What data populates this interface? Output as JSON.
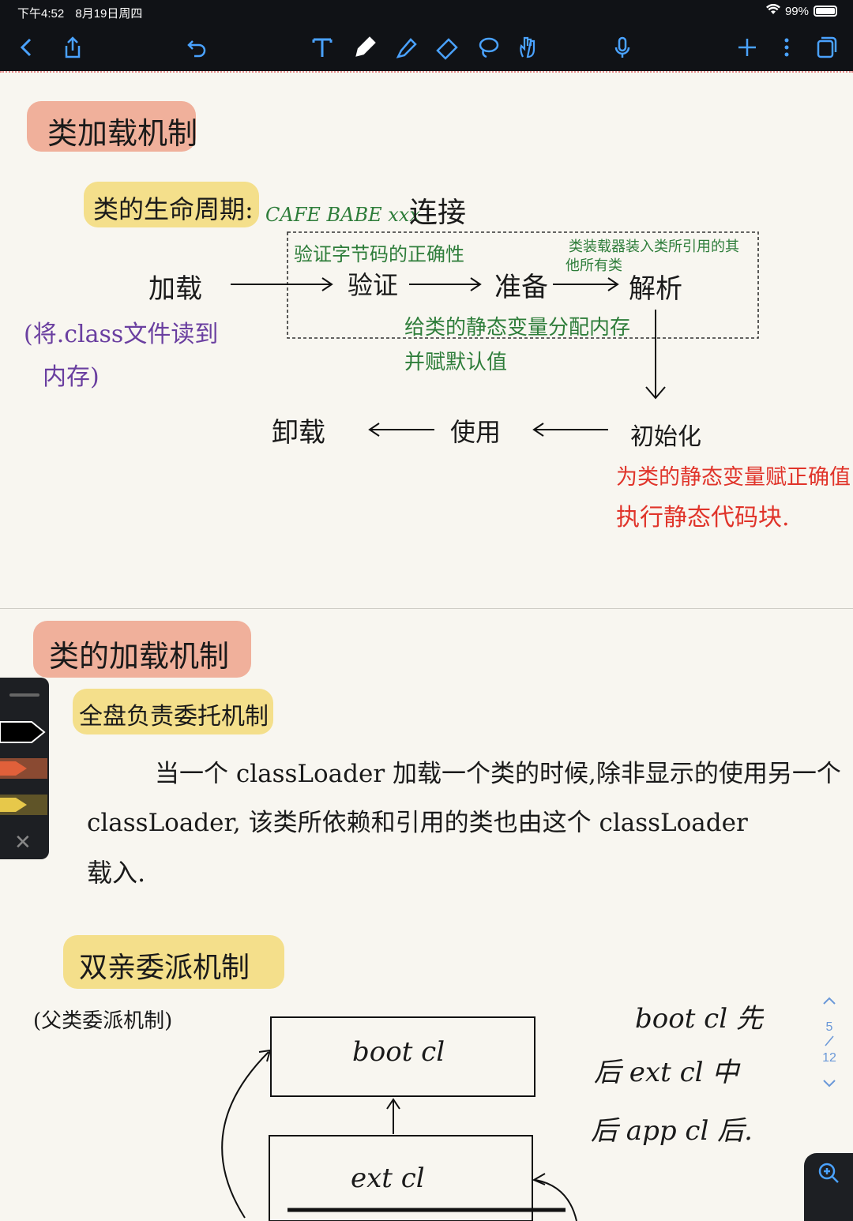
{
  "status": {
    "time": "下午4:52",
    "date": "8月19日周四",
    "battery": "99%"
  },
  "toolbar": {
    "back": "back-icon",
    "share": "share-icon",
    "undo": "undo-icon",
    "text_tool": "text-tool-icon",
    "pen": "pen-icon",
    "highlighter": "highlighter-icon",
    "eraser": "eraser-icon",
    "lasso": "lasso-icon",
    "hand": "hand-icon",
    "mic": "mic-icon",
    "add": "add-icon",
    "more": "more-icon",
    "pages": "pages-icon",
    "accent": "#4aa2ff"
  },
  "note1": {
    "title": "类加载机制",
    "lifecycle": "类的生命周期:",
    "cafe": "CAFE BABE xxx",
    "link": "连接",
    "verify_note": "验证字节码的正确性",
    "resolve_note": "类装载器装入类所引用的其",
    "resolve_note2": "他所有类",
    "load": "加载",
    "verify": "验证",
    "prepare": "准备",
    "resolve": "解析",
    "prepare_note": "给类的静态变量分配内存",
    "prepare_note2": "并赋默认值",
    "load_note": "(将.class文件读到",
    "load_note2": "内存)",
    "unload": "卸载",
    "use": "使用",
    "init": "初始化",
    "init_note": "为类的静态变量赋正确值",
    "init_note2": "执行静态代码块."
  },
  "note2": {
    "title": "类的加载机制",
    "delegation": "全盘负责委托机制",
    "para1": "当一个 classLoader 加载一个类的时候,除非显示的使用另一个",
    "para2": "classLoader, 该类所依赖和引用的类也由这个 classLoader",
    "para3": "载入.",
    "parent": "双亲委派机制",
    "parent_note": "(父类委派机制)",
    "box1": "boot cl",
    "box2": "ext cl",
    "order1": "boot cl 先",
    "order2": "后 ext cl 中",
    "order3": "后 app cl 后."
  },
  "pager": {
    "current": "5",
    "total": "12"
  },
  "colors": {
    "green": "#2e7d3a",
    "purple": "#6a3fa0",
    "red": "#e0342a",
    "ink": "#1a1a1a"
  }
}
